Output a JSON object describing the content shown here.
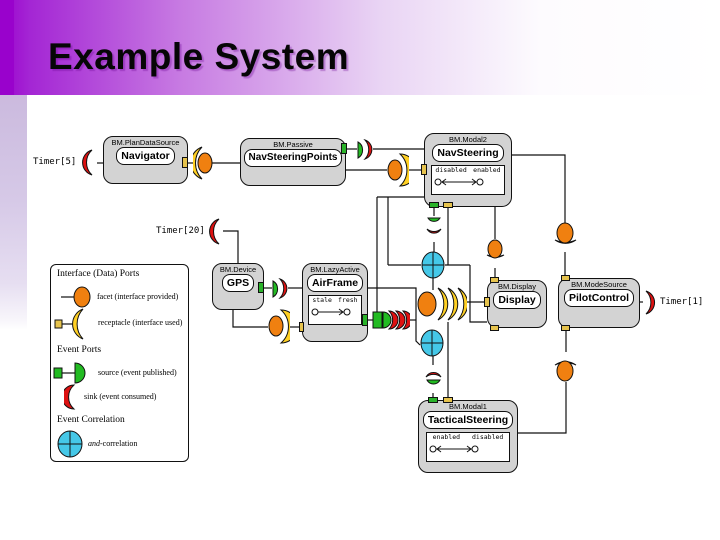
{
  "slide": {
    "title": "Example System"
  },
  "components": [
    {
      "type_label": "BM.PlanDataSource",
      "name": "Navigator"
    },
    {
      "type_label": "BM.Passive",
      "name": "NavSteeringPoints"
    },
    {
      "type_label": "BM.Modal2",
      "name": "NavSteering",
      "states": {
        "left": "disabled",
        "right": "enabled"
      }
    },
    {
      "type_label": "BM.Device",
      "name": "GPS"
    },
    {
      "type_label": "BM.LazyActive",
      "name": "AirFrame",
      "states": {
        "left": "stale",
        "right": "fresh"
      }
    },
    {
      "type_label": "BM.Display",
      "name": "Display"
    },
    {
      "type_label": "BM.ModeSource",
      "name": "PilotControl"
    },
    {
      "type_label": "BM.Modal1",
      "name": "TacticalSteering",
      "states": {
        "left": "enabled",
        "right": "disabled"
      }
    }
  ],
  "timers": {
    "timer5": "Timer[5]",
    "timer20": "Timer[20]",
    "timer1": "Timer[1]"
  },
  "legend": {
    "interface_header": "Interface (Data) Ports",
    "facet": "facet (interface provided)",
    "receptacle": "receptacle (interface used)",
    "event_header": "Event Ports",
    "source": "source (event published)",
    "sink": "sink (event consumed)",
    "correlation_header": "Event Correlation",
    "and_prefix": "and",
    "and_suffix": "-correlation"
  },
  "colors": {
    "facet_orange": "#f08010",
    "receptacle_yellow": "#ffd024",
    "source_green": "#22bb22",
    "sink_red": "#dd1111",
    "correlation_cyan": "#45c8e8",
    "component_gray": "#d3d3d3",
    "accent_purple": "#9902cc"
  }
}
